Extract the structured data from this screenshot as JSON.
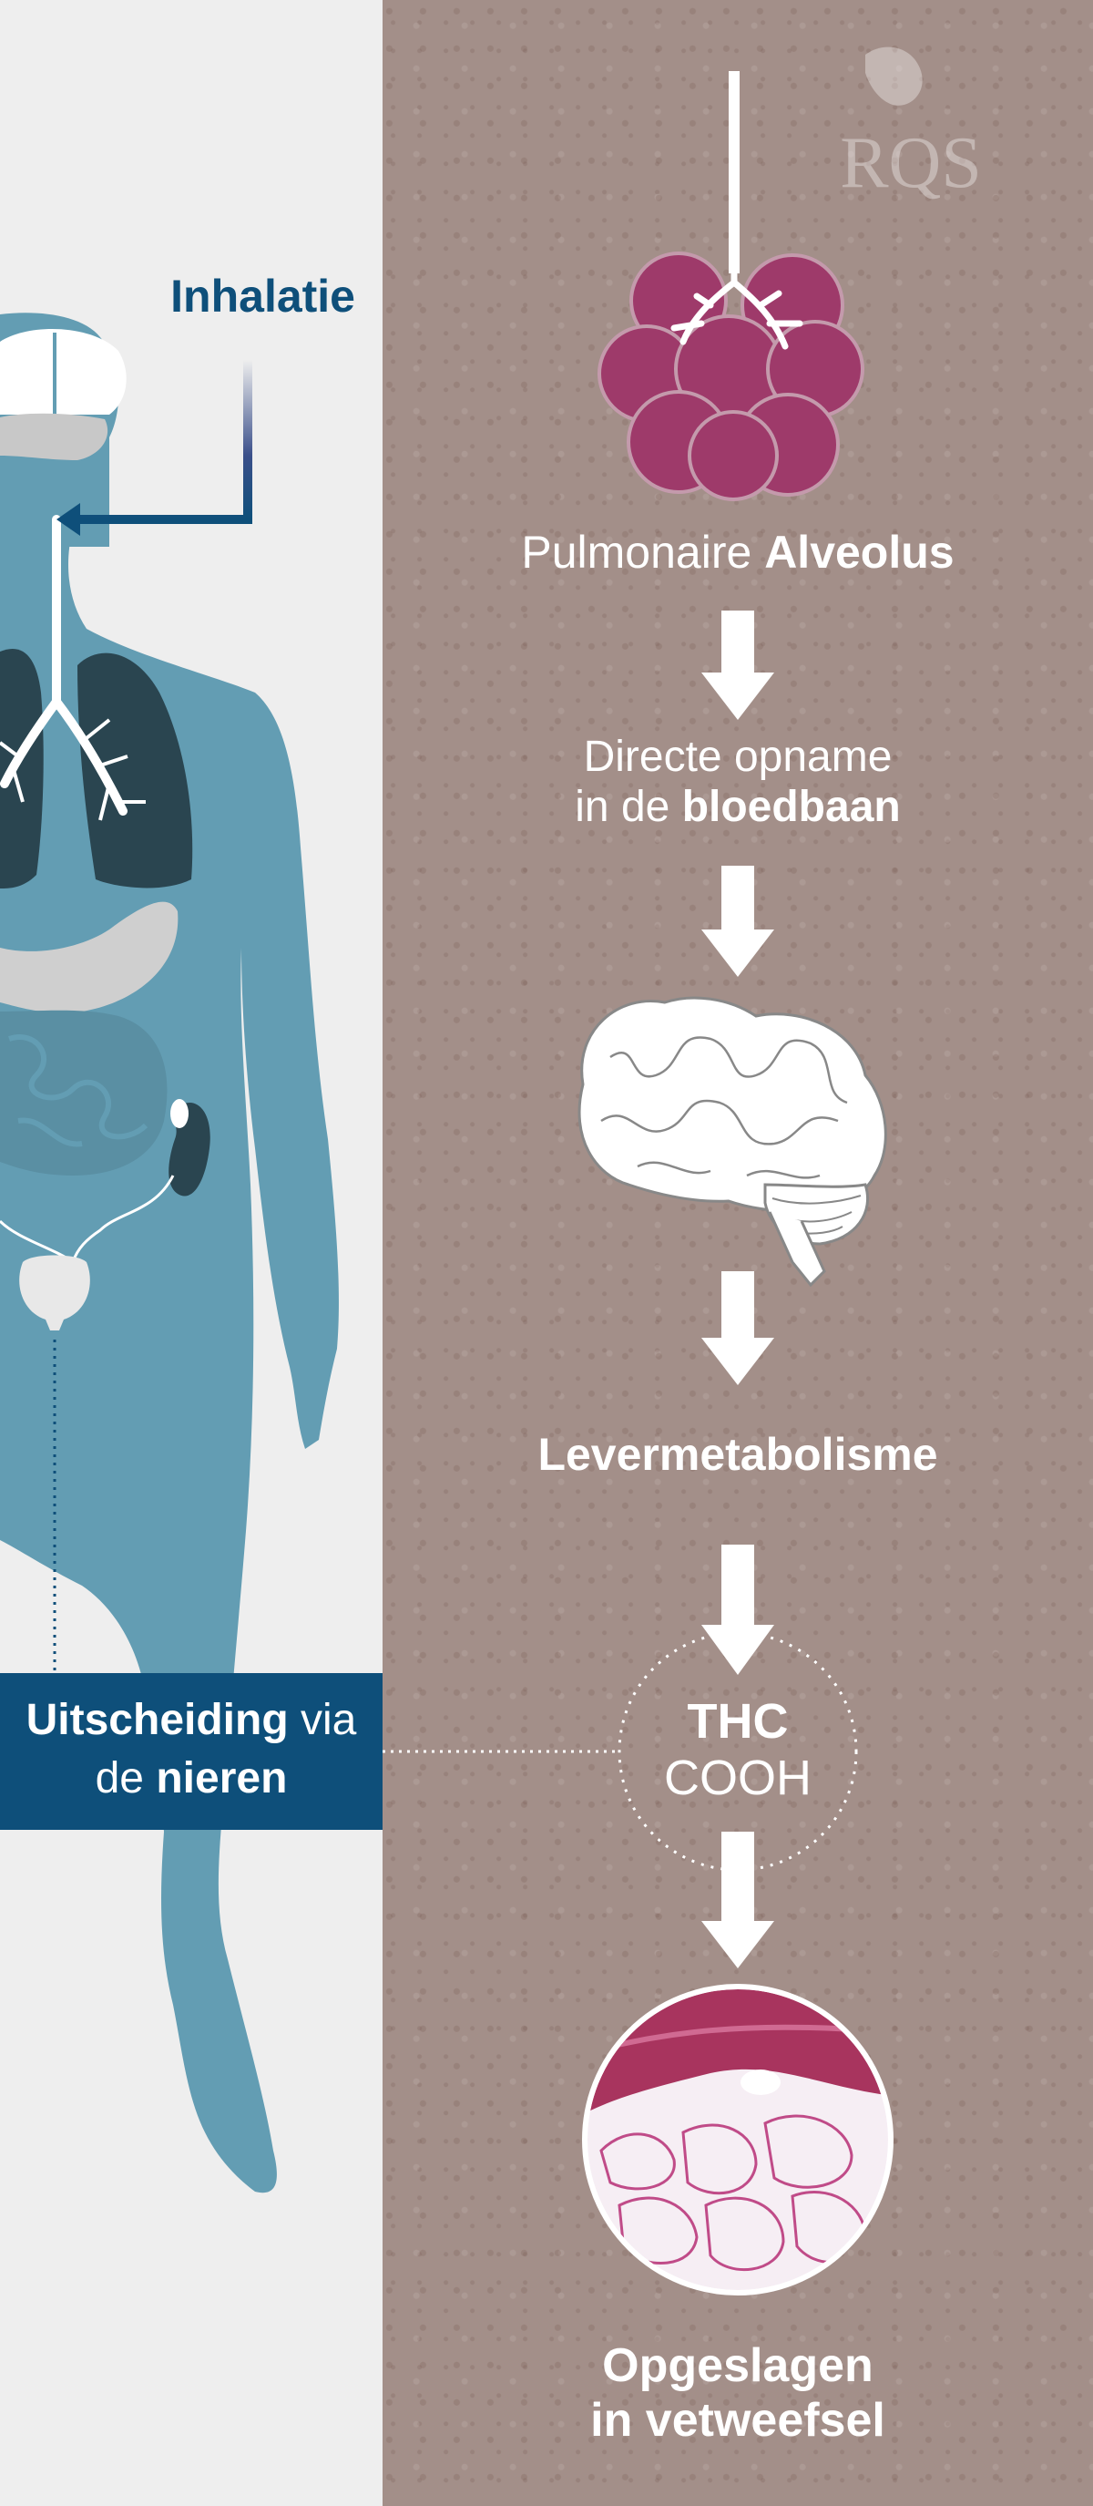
{
  "inhalation": {
    "label": "Inhalatie"
  },
  "excretion": {
    "bold1": "Uitscheiding",
    "plain1": " via",
    "plain2": "de ",
    "bold2": "nieren"
  },
  "steps": {
    "alveolus": {
      "plain": "Pulmonaire ",
      "bold": "Alveolus"
    },
    "bloodstream": {
      "line1": "Directe opname",
      "plain": "in de ",
      "bold": "bloedbaan"
    },
    "liver": {
      "bold": "Levermetabolisme"
    },
    "metabolite": {
      "bold": "THC",
      "plain": "COOH"
    },
    "storage": {
      "line1": "Opgeslagen",
      "line2": "in vetweefsel"
    }
  },
  "logo": {
    "text": "RQS"
  },
  "colors": {
    "body_blue": "#639db3",
    "dark_blue": "#0e4f7a",
    "lung_dark": "#2a4550",
    "alveolus_magenta": "#9e3a6a",
    "panel_brown": "#a38f89",
    "panel_light": "#eeeeee"
  }
}
